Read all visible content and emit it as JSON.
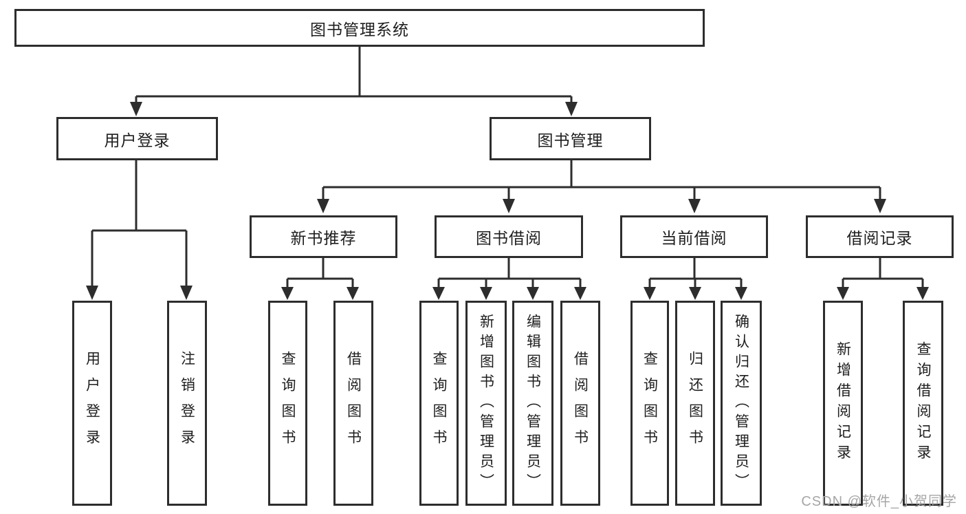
{
  "diagram": {
    "title": "图书管理系统",
    "type": "hierarchy-tree",
    "colors": {
      "line": "#2d2d2d",
      "box_border": "#2d2d2d",
      "text": "#1e1e1e",
      "background": "#ffffff",
      "watermark": "#a6a6a6"
    }
  },
  "tree": {
    "label": "图书管理系统",
    "children": [
      {
        "label": "用户登录",
        "children": [
          {
            "label": "用户登录"
          },
          {
            "label": "注销登录"
          }
        ]
      },
      {
        "label": "图书管理",
        "children": [
          {
            "label": "新书推荐",
            "children": [
              {
                "label": "查询图书"
              },
              {
                "label": "借阅图书"
              }
            ]
          },
          {
            "label": "图书借阅",
            "children": [
              {
                "label": "查询图书"
              },
              {
                "label": "新增图书（管理员）"
              },
              {
                "label": "编辑图书（管理员）"
              },
              {
                "label": "借阅图书"
              }
            ]
          },
          {
            "label": "当前借阅",
            "children": [
              {
                "label": "查询图书"
              },
              {
                "label": "归还图书"
              },
              {
                "label": "确认归还（管理员）"
              }
            ]
          },
          {
            "label": "借阅记录",
            "children": [
              {
                "label": "新增借阅记录"
              },
              {
                "label": "查询借阅记录"
              }
            ]
          }
        ]
      }
    ]
  },
  "watermark": {
    "text": "CSDN @软件_小贺同学"
  }
}
